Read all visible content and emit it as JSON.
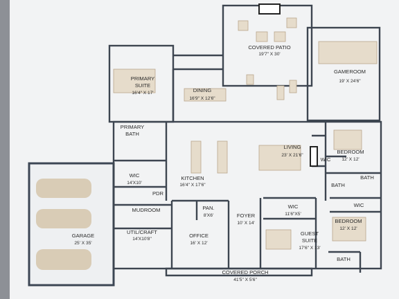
{
  "plan": {
    "rooms": [
      {
        "id": "covered-patio",
        "name": "COVERED PATIO",
        "dims": "19'7\" X 30'"
      },
      {
        "id": "gameroom",
        "name": "GAMEROOM",
        "dims": "19' X 24'6\""
      },
      {
        "id": "primary-suite",
        "name": "PRIMARY SUITE",
        "name_lines": [
          "PRIMARY",
          "SUITE"
        ],
        "dims": "16'4\" X 17'"
      },
      {
        "id": "dining",
        "name": "DINING",
        "dims": "16'9\" X 12'6\""
      },
      {
        "id": "primary-bath",
        "name": "PRIMARY BATH",
        "name_lines": [
          "PRIMARY",
          "BATH"
        ],
        "dims": ""
      },
      {
        "id": "living",
        "name": "LIVING",
        "dims": "23' X 21'6\""
      },
      {
        "id": "bedroom-1",
        "name": "BEDROOM",
        "dims": "12' X 12'"
      },
      {
        "id": "wic-primary",
        "name": "WIC",
        "dims": "14'X10'"
      },
      {
        "id": "kitchen",
        "name": "KITCHEN",
        "dims": "16'4\" X 17'6\""
      },
      {
        "id": "wic-living",
        "name": "WIC",
        "dims": ""
      },
      {
        "id": "bath-1",
        "name": "BATH",
        "dims": ""
      },
      {
        "id": "bath-2",
        "name": "BATH",
        "dims": ""
      },
      {
        "id": "pdr",
        "name": "PDR",
        "dims": ""
      },
      {
        "id": "wic-bed2",
        "name": "WIC",
        "dims": ""
      },
      {
        "id": "mudroom",
        "name": "MUDROOM",
        "dims": ""
      },
      {
        "id": "pantry",
        "name": "PAN.",
        "dims": "8'X6'"
      },
      {
        "id": "foyer",
        "name": "FOYER",
        "dims": "10' X 14'"
      },
      {
        "id": "wic-guest",
        "name": "WIC",
        "dims": "11'6\"X5'"
      },
      {
        "id": "bedroom-2",
        "name": "BEDROOM",
        "dims": "12' X 12'"
      },
      {
        "id": "util-craft",
        "name": "UTIL/CRAFT",
        "dims": "14'X10'8\""
      },
      {
        "id": "garage",
        "name": "GARAGE",
        "dims": "25' X 35'"
      },
      {
        "id": "office",
        "name": "OFFICE",
        "dims": "16' X 12'"
      },
      {
        "id": "guest-suite",
        "name": "GUEST SUITE",
        "name_lines": [
          "GUEST",
          "SUITE"
        ],
        "dims": "17'6\" X 13'"
      },
      {
        "id": "bath-3",
        "name": "BATH",
        "dims": ""
      },
      {
        "id": "covered-porch",
        "name": "COVERED PORCH",
        "dims": "41'5\" X 5'6\""
      }
    ]
  }
}
